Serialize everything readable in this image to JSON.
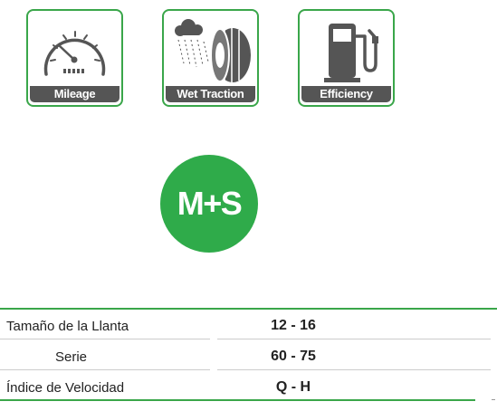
{
  "badges": [
    {
      "label": "Mileage",
      "icon": "speedometer-icon"
    },
    {
      "label": "Wet Traction",
      "icon": "rain-tire-icon"
    },
    {
      "label": "Efficiency",
      "icon": "fuel-pump-icon"
    }
  ],
  "ms_badge": {
    "text": "M+S"
  },
  "specs": [
    {
      "label": "Tamaño de la Llanta",
      "value": "12 - 16"
    },
    {
      "label": "Serie",
      "value": "60 - 75"
    },
    {
      "label": "Índice de Velocidad",
      "value": "Q - H"
    }
  ],
  "colors": {
    "accent_green": "#3aa64a",
    "ms_green": "#2fab4a",
    "label_gray": "#555555"
  }
}
